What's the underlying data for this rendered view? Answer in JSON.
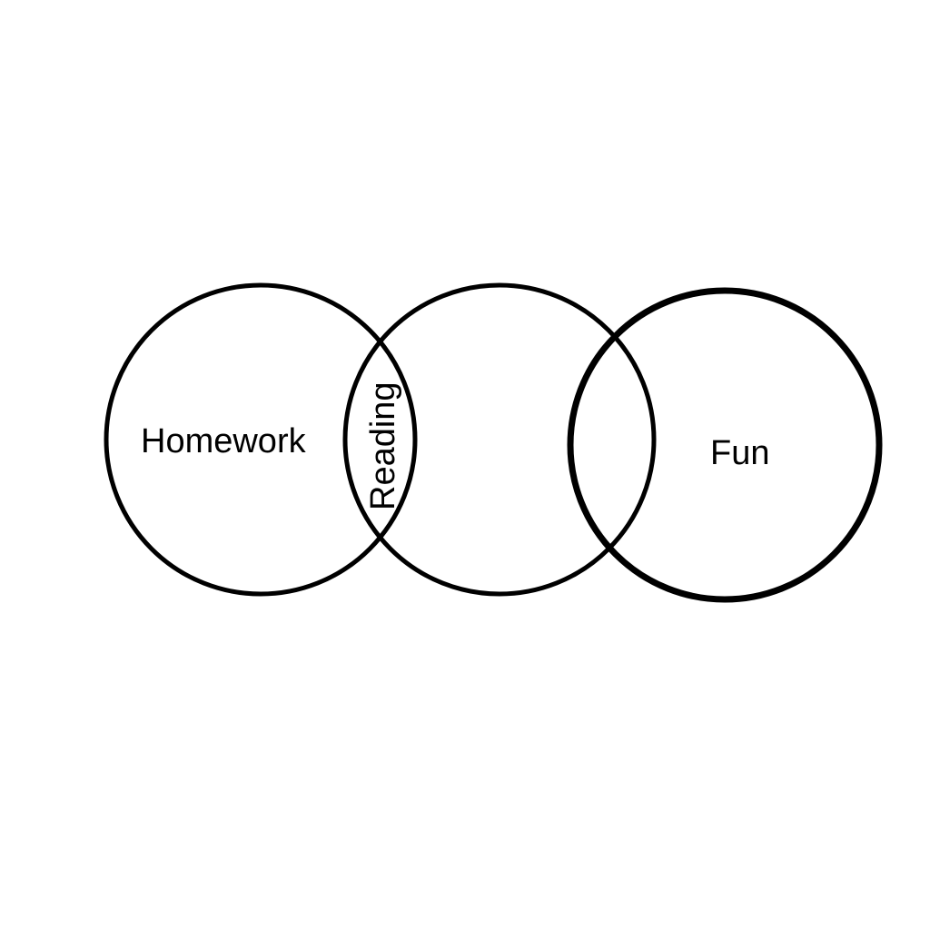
{
  "diagram": {
    "type": "venn",
    "labels": {
      "left": "Homework",
      "overlap_left_middle": "Reading",
      "right": "Fun"
    },
    "colors": {
      "background": "#ffffff",
      "stroke": "#000000",
      "text": "#000000"
    }
  }
}
